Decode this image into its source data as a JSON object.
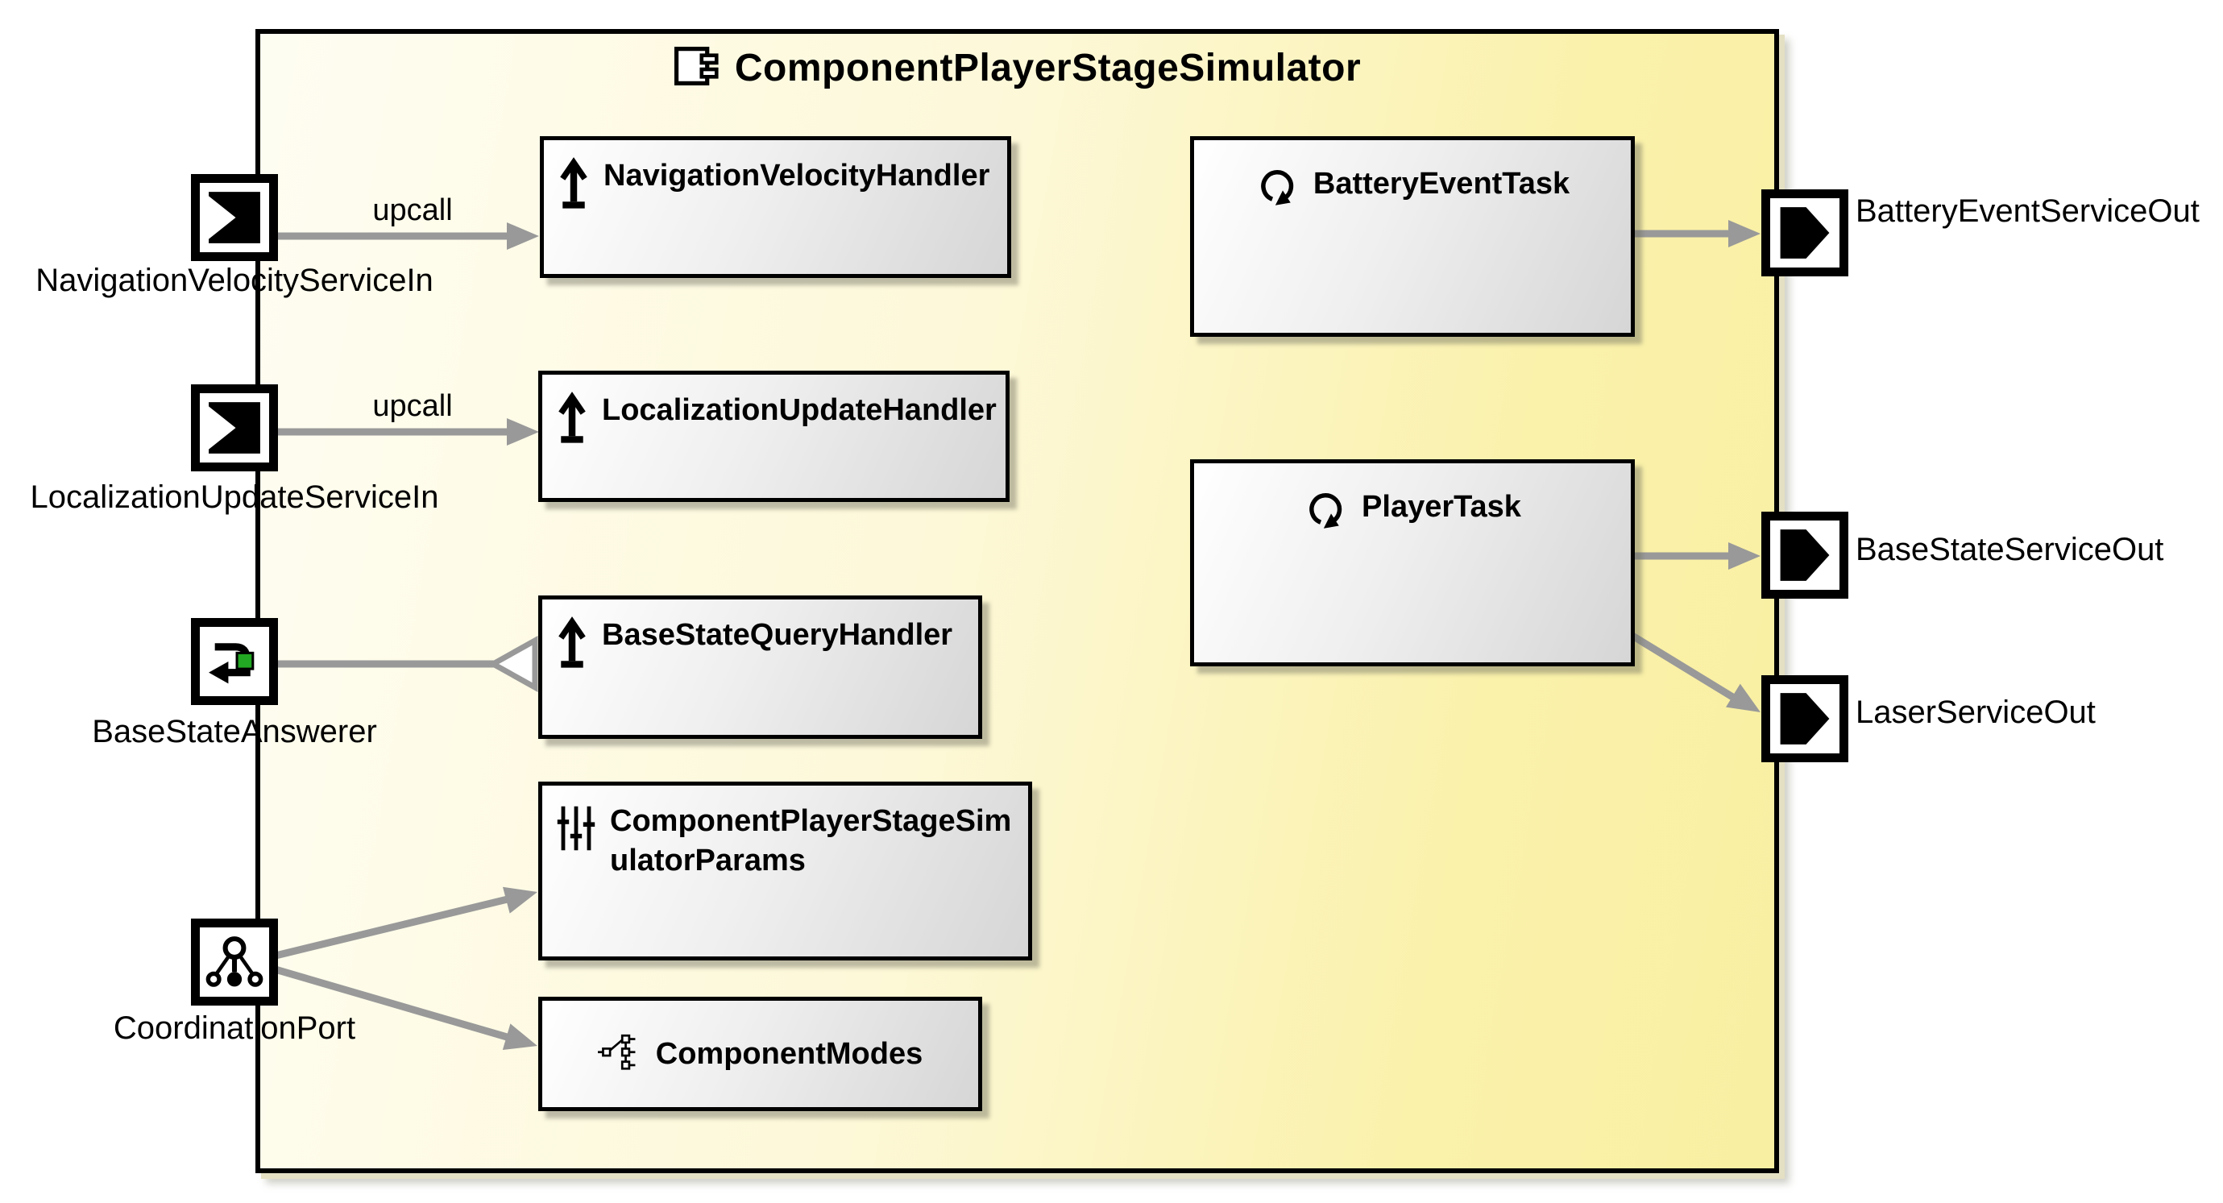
{
  "diagram": {
    "title": "ComponentPlayerStageSimulator"
  },
  "left_ports": [
    {
      "label": "NavigationVelocityServiceIn",
      "type": "input-service-port",
      "icon": "input-port-icon"
    },
    {
      "label": "LocalizationUpdateServiceIn",
      "type": "input-service-port",
      "icon": "input-port-icon"
    },
    {
      "label": "BaseStateAnswerer",
      "type": "answer-port",
      "icon": "answer-port-icon"
    },
    {
      "label": "CoordinationPort",
      "type": "coordination-port",
      "icon": "coordination-port-icon"
    }
  ],
  "right_ports": [
    {
      "label": "BatteryEventServiceOut",
      "type": "output-service-port",
      "icon": "output-port-icon"
    },
    {
      "label": "BaseStateServiceOut",
      "type": "output-service-port",
      "icon": "output-port-icon"
    },
    {
      "label": "LaserServiceOut",
      "type": "output-service-port",
      "icon": "output-port-icon"
    }
  ],
  "inner_elements": [
    {
      "label": "NavigationVelocityHandler",
      "icon": "upcall-handler-icon"
    },
    {
      "label": "LocalizationUpdateHandler",
      "icon": "upcall-handler-icon"
    },
    {
      "label": "BaseStateQueryHandler",
      "icon": "upcall-handler-icon"
    },
    {
      "label": "ComponentPlayerStageSimulatorParams",
      "icon": "parameters-icon"
    },
    {
      "label": "ComponentModes",
      "icon": "modes-icon"
    },
    {
      "label": "BatteryEventTask",
      "icon": "task-icon"
    },
    {
      "label": "PlayerTask",
      "icon": "task-icon"
    }
  ],
  "connections": {
    "upcall_labels": [
      "upcall",
      "upcall"
    ]
  },
  "colors": {
    "component_fill_left": "#fefdf2",
    "component_fill_right": "#f9efa2",
    "element_fill_light": "#ffffff",
    "element_fill_dark": "#d6d6d6",
    "connector_gray": "#999999",
    "answer_port_green": "#22a822",
    "border_black": "#000000"
  }
}
